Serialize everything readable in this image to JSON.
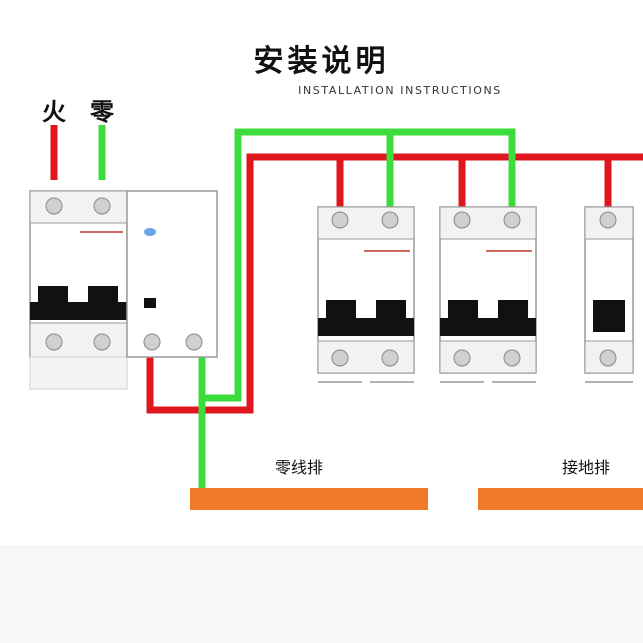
{
  "title": "安装说明",
  "subtitle": "INSTALLATION INSTRUCTIONS",
  "wire_labels": {
    "live": "火",
    "neutral": "零"
  },
  "bus_bars": {
    "neutral": "零线排",
    "ground": "接地排"
  },
  "colors": {
    "live_wire": "#e0161e",
    "neutral_wire": "#3ddc3d",
    "bus_bar": "#f07a2a",
    "breaker_body": "#ffffff",
    "breaker_outline": "#9a9a9a",
    "handle": "#111111",
    "terminal": "#bdbdbd"
  }
}
